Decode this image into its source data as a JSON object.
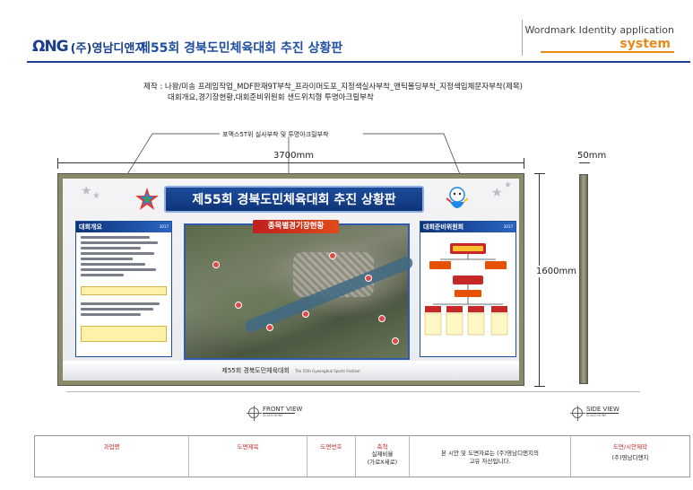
{
  "header": {
    "logo_mark": "ΩNG",
    "logo_text": "(주)영남디앤지",
    "title": "제55회 경북도민체육대회 추진 상황판"
  },
  "wordmark": {
    "title": "Wordmark Identity application",
    "subtitle": "system"
  },
  "note": {
    "line1": "제작 : 나왕/미송 프레임작업_MDF판재9T부착_프라이머도포_지정색실사부착_앤틱몰딩부착_지정색입체문자부착(제목)",
    "line2": "대회개요,경기장현황,대회준비위원회 샌드위치형 투명아크릴부착"
  },
  "callout": "포맥스5T위 실사부착 및 투명아크릴부착",
  "dimensions": {
    "width": "3700mm",
    "height": "1600mm",
    "depth": "50mm"
  },
  "board": {
    "banner": "제55회 경북도민체육대회 추진 상황판",
    "left_panel": "대회개요",
    "left_panel_year": "2017",
    "center_title": "종목별경기장현황",
    "right_panel": "대회준비위원회",
    "right_panel_year": "2017",
    "footer_main": "제55회 경북도민체육대회",
    "footer_sub": "The 55th Gyeongbuk Sports Festival"
  },
  "views": {
    "front": "FRONT VIEW",
    "front_scale": "SCALE:NONE",
    "side": "SIDE VIEW",
    "side_scale": "SCALE:NONE"
  },
  "title_block": {
    "project_label": "과업명",
    "drawing_title_label": "도면제목",
    "drawing_no_label": "도면번호",
    "scale_label": "축척",
    "scale_value_1": "실제비율",
    "scale_value_2": "(가로X세로)",
    "copyright_1": "본 시안 및 도면자료는 (주)영남디앤지의",
    "copyright_2": "고유 자산입니다.",
    "company_label": "도면/시안제작",
    "company_value": "(주)영남디앤지"
  },
  "colors": {
    "brand_blue": "#1f4fa0",
    "accent_orange": "#e98a1c",
    "title_red": "#c62828"
  }
}
